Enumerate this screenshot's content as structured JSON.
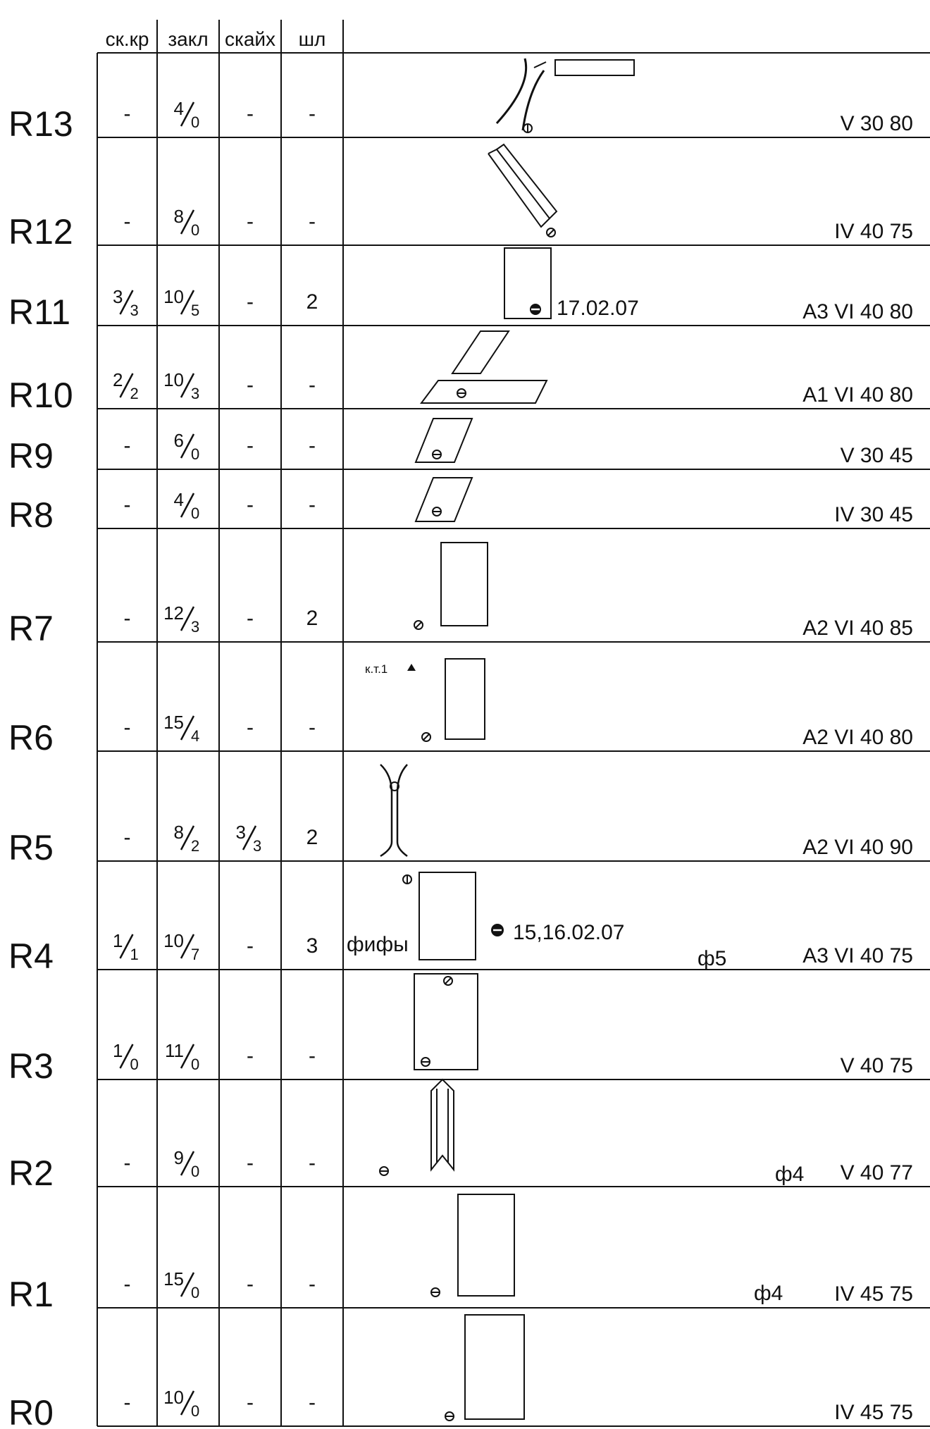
{
  "columns": [
    "ск.кр",
    "закл",
    "скайх",
    "шл"
  ],
  "rows": [
    {
      "label": "R13",
      "skkr": "-",
      "zakl": {
        "n": "4",
        "d": "0"
      },
      "skaykh": "-",
      "shl": "-",
      "grade": "V 30 80",
      "notes": []
    },
    {
      "label": "R12",
      "skkr": "-",
      "zakl": {
        "n": "8",
        "d": "0"
      },
      "skaykh": "-",
      "shl": "-",
      "grade": "IV 40 75",
      "notes": []
    },
    {
      "label": "R11",
      "skkr": {
        "n": "3",
        "d": "3"
      },
      "zakl": {
        "n": "10",
        "d": "5"
      },
      "skaykh": "-",
      "shl": "2",
      "grade": "A3 VI 40 80",
      "notes": [
        {
          "text": "17.02.07"
        }
      ]
    },
    {
      "label": "R10",
      "skkr": {
        "n": "2",
        "d": "2"
      },
      "zakl": {
        "n": "10",
        "d": "3"
      },
      "skaykh": "-",
      "shl": "-",
      "grade": "A1 VI 40 80",
      "notes": []
    },
    {
      "label": "R9",
      "skkr": "-",
      "zakl": {
        "n": "6",
        "d": "0"
      },
      "skaykh": "-",
      "shl": "-",
      "grade": "V 30 45",
      "notes": []
    },
    {
      "label": "R8",
      "skkr": "-",
      "zakl": {
        "n": "4",
        "d": "0"
      },
      "skaykh": "-",
      "shl": "-",
      "grade": "IV 30 45",
      "notes": []
    },
    {
      "label": "R7",
      "skkr": "-",
      "zakl": {
        "n": "12",
        "d": "3"
      },
      "skaykh": "-",
      "shl": "2",
      "grade": "A2 VI 40 85",
      "notes": []
    },
    {
      "label": "R6",
      "skkr": "-",
      "zakl": {
        "n": "15",
        "d": "4"
      },
      "skaykh": "-",
      "shl": "-",
      "grade": "A2 VI 40 80",
      "notes": [
        {
          "text": "к.т.1"
        }
      ]
    },
    {
      "label": "R5",
      "skkr": "-",
      "zakl": {
        "n": "8",
        "d": "2"
      },
      "skaykh": {
        "n": "3",
        "d": "3"
      },
      "shl": "2",
      "grade": "A2 VI 40 90",
      "notes": []
    },
    {
      "label": "R4",
      "skkr": {
        "n": "1",
        "d": "1"
      },
      "zakl": {
        "n": "10",
        "d": "7"
      },
      "skaykh": "-",
      "shl": "3",
      "grade": "A3 VI 40 75",
      "notes": [
        {
          "text": "фифы"
        },
        {
          "text": "15,16.02.07"
        },
        {
          "text": "ф5"
        }
      ]
    },
    {
      "label": "R3",
      "skkr": {
        "n": "1",
        "d": "0"
      },
      "zakl": {
        "n": "11",
        "d": "0"
      },
      "skaykh": "-",
      "shl": "-",
      "grade": "V 40 75",
      "notes": []
    },
    {
      "label": "R2",
      "skkr": "-",
      "zakl": {
        "n": "9",
        "d": "0"
      },
      "skaykh": "-",
      "shl": "-",
      "grade": "V 40 77",
      "notes": [
        {
          "text": "ф4"
        }
      ]
    },
    {
      "label": "R1",
      "skkr": "-",
      "zakl": {
        "n": "15",
        "d": "0"
      },
      "skaykh": "-",
      "shl": "-",
      "grade": "IV 45 75",
      "notes": [
        {
          "text": "ф4"
        }
      ]
    },
    {
      "label": "R0",
      "skkr": "-",
      "zakl": {
        "n": "10",
        "d": "0"
      },
      "skaykh": "-",
      "shl": "-",
      "grade": "IV 45 75",
      "notes": []
    }
  ],
  "colors": {
    "ink": "#111111",
    "paper": "#ffffff"
  }
}
